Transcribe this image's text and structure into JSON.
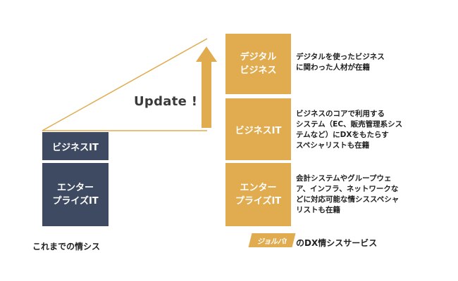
{
  "left": {
    "caption": "これまでの情シス",
    "boxes": [
      "ビジネスIT",
      "エンター\nプライズIT"
    ]
  },
  "update_label": "Update !",
  "right": {
    "boxes": [
      "デジタル\nビジネス",
      "ビジネスIT",
      "エンター\nプライズIT"
    ],
    "descriptions": [
      "デジタルを使ったビジネス\nに関わった人材が在籍",
      "ビジネスのコアで利用する\nシステム（EC、販売管理系シス\nテムなど）にDXをもたらす\nスペシャリストも在籍",
      "会計システムやグループウェ\nア、インフラ、ネットワークな\nどに対応可能な情シススペシャ\nリストも在籍"
    ],
    "logo_text": "ジョルバ!",
    "caption_suffix": "のDX情シスサービス"
  },
  "colors": {
    "navy": "#3e4a61",
    "gold": "#e0ac4f"
  },
  "icons": [
    "up-arrow-icon",
    "brand-logo"
  ]
}
